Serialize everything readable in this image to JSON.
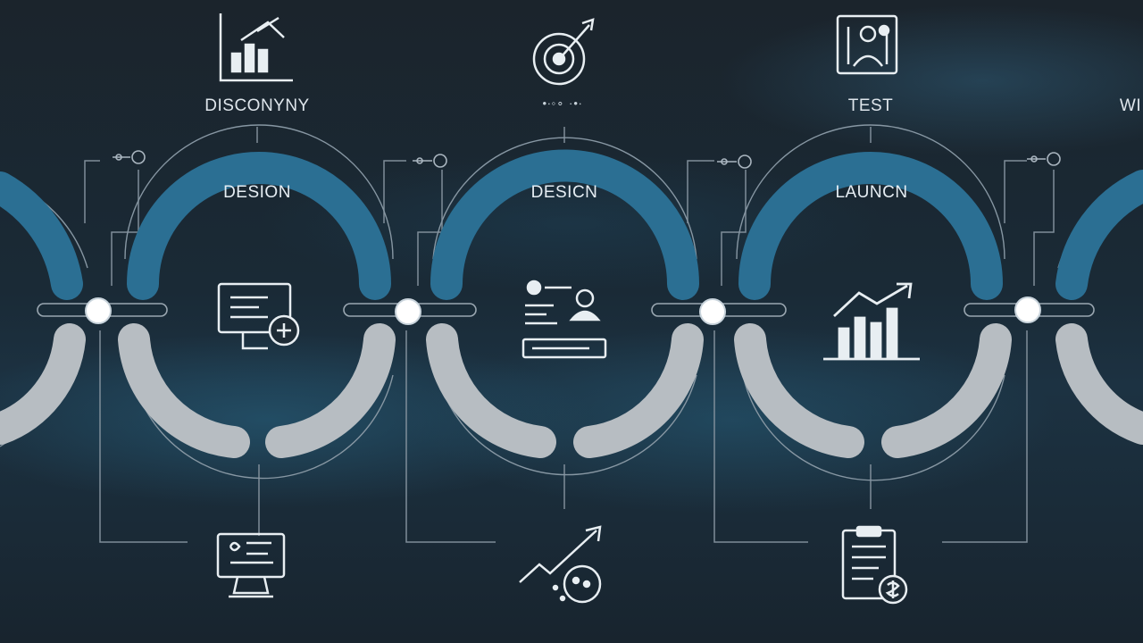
{
  "top_labels": [
    "DISCONYNY",
    "TEST",
    "WI"
  ],
  "top_squiggle": "•∙◦∘ ·•∙",
  "arc_labels": [
    "DESION",
    "DESICN",
    "LAUNCN"
  ],
  "icons": {
    "top": [
      "bar-chart-pencil-icon",
      "target-arrow-icon",
      "monitor-user-icon"
    ],
    "center": [
      "monitor-gear-icon",
      "team-workflow-icon",
      "growth-chart-icon"
    ],
    "bottom": [
      "monitor-code-icon",
      "trend-coin-icon",
      "document-dollar-icon"
    ]
  },
  "colors": {
    "blue_arc": "#2b6f93",
    "gray_arc": "#b9bfc4",
    "line": "#8a98a4",
    "node": "#ffffff"
  }
}
